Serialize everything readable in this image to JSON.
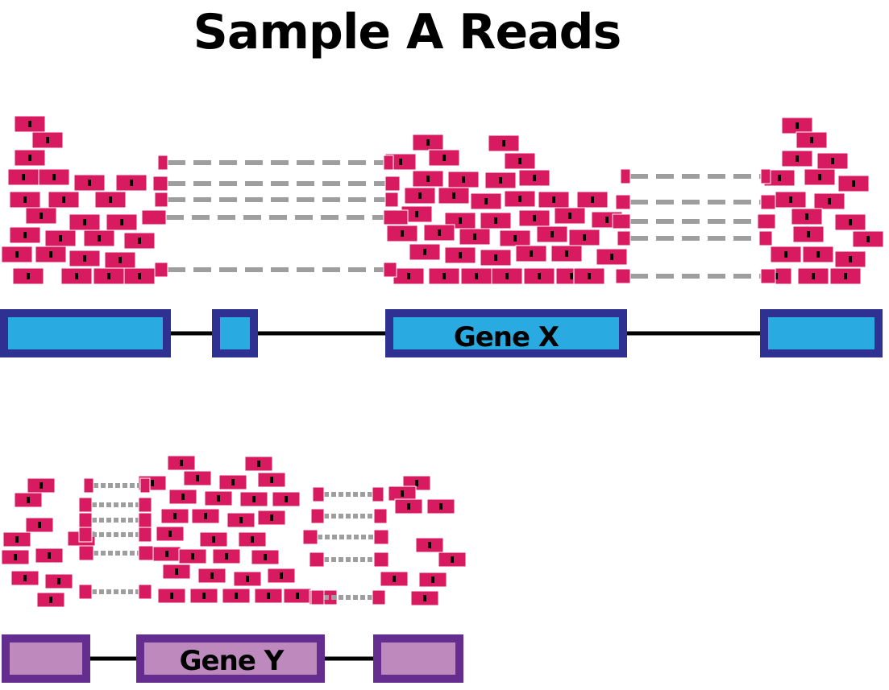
{
  "title": "Sample A Reads",
  "colors": {
    "read": "#d81b60",
    "read_mark": "#000000",
    "junction": "#9e9e9e",
    "intron_line": "#000000",
    "gene_x_exon_fill": "#29abe2",
    "gene_x_exon_border": "#2e3192",
    "gene_y_exon_fill": "#be8abe",
    "gene_y_exon_border": "#662d91"
  },
  "genes": [
    {
      "name": "Gene X",
      "exon_count": 4
    },
    {
      "name": "Gene Y",
      "exon_count": 3
    }
  ]
}
